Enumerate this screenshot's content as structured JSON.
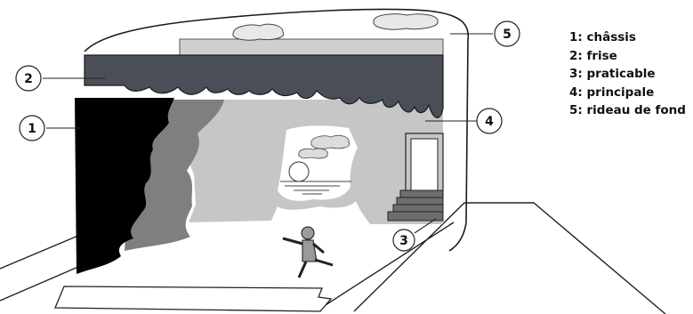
{
  "diagram": {
    "callouts": [
      "1",
      "2",
      "3",
      "4",
      "5"
    ],
    "legend": [
      "1: châssis",
      "2: frise",
      "3: praticable",
      "4: principale",
      "5: rideau de fond"
    ]
  },
  "colors": {
    "frise": "#4a4f57",
    "chassis": "#000000",
    "rock_mid": "#7f7f7f",
    "principale": "#c6c6c6",
    "rideau": "#d0d0d0",
    "outline": "#1a1a1a"
  }
}
